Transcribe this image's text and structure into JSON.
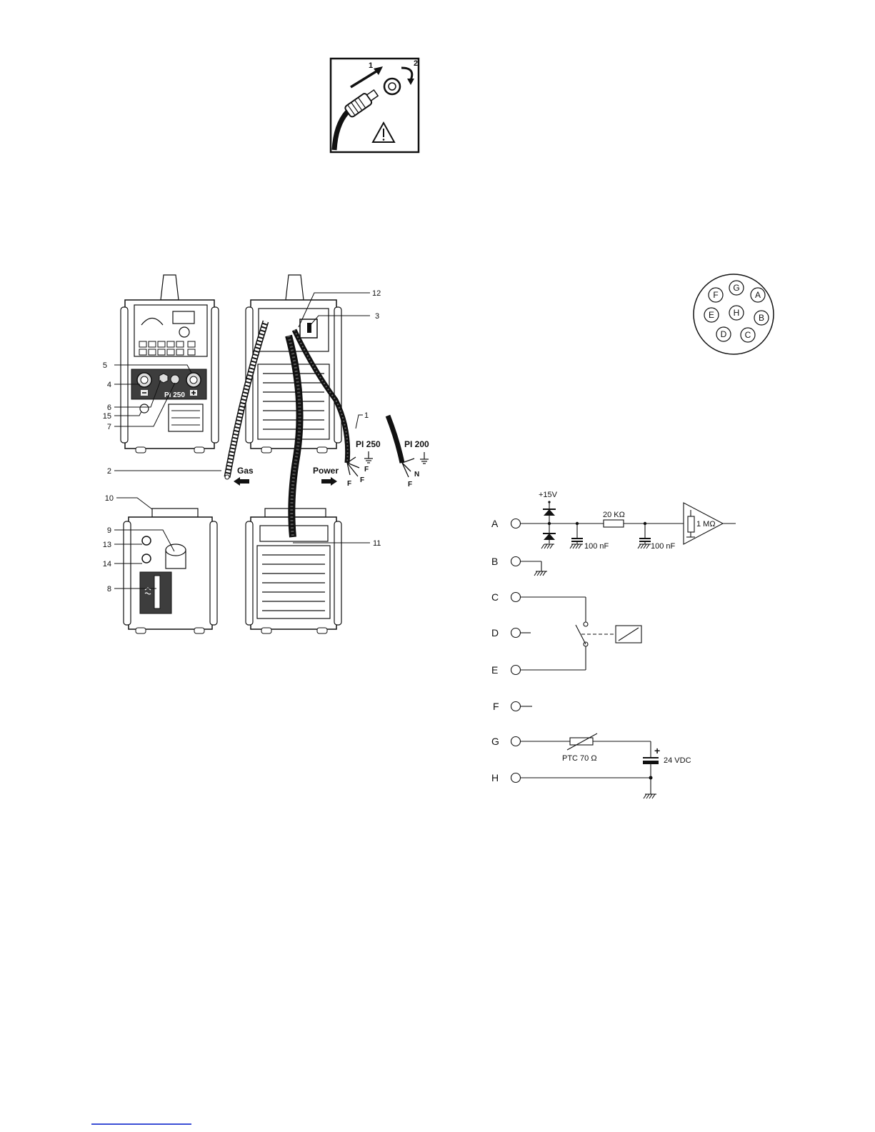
{
  "connector_figure": {
    "step1": "1",
    "step2": "2"
  },
  "machine_figure": {
    "callouts": [
      "1",
      "2",
      "3",
      "4",
      "5",
      "6",
      "7",
      "8",
      "9",
      "10",
      "11",
      "12",
      "13",
      "14",
      "15"
    ],
    "panel_label": "PI 250",
    "gas_label": "Gas",
    "power_label": "Power",
    "variants": [
      {
        "name": "PI 250",
        "wires": [
          "F",
          "F",
          "F"
        ]
      },
      {
        "name": "PI 200",
        "wires": [
          "N",
          "F"
        ]
      }
    ]
  },
  "socket_pins": [
    "F",
    "G",
    "A",
    "E",
    "H",
    "B",
    "D",
    "C"
  ],
  "schematic": {
    "pins": [
      "A",
      "B",
      "C",
      "D",
      "E",
      "F",
      "G",
      "H"
    ],
    "supply": "+15V",
    "resistor1": "20 KΩ",
    "cap1": "100 nF",
    "cap2": "100 nF",
    "amp_resistor": "1 MΩ",
    "ptc": "PTC 70 Ω",
    "battery": "24 VDC",
    "battery_plus": "+"
  },
  "colors": {
    "ink": "#111111",
    "footer_link": "#3b4fd6"
  }
}
